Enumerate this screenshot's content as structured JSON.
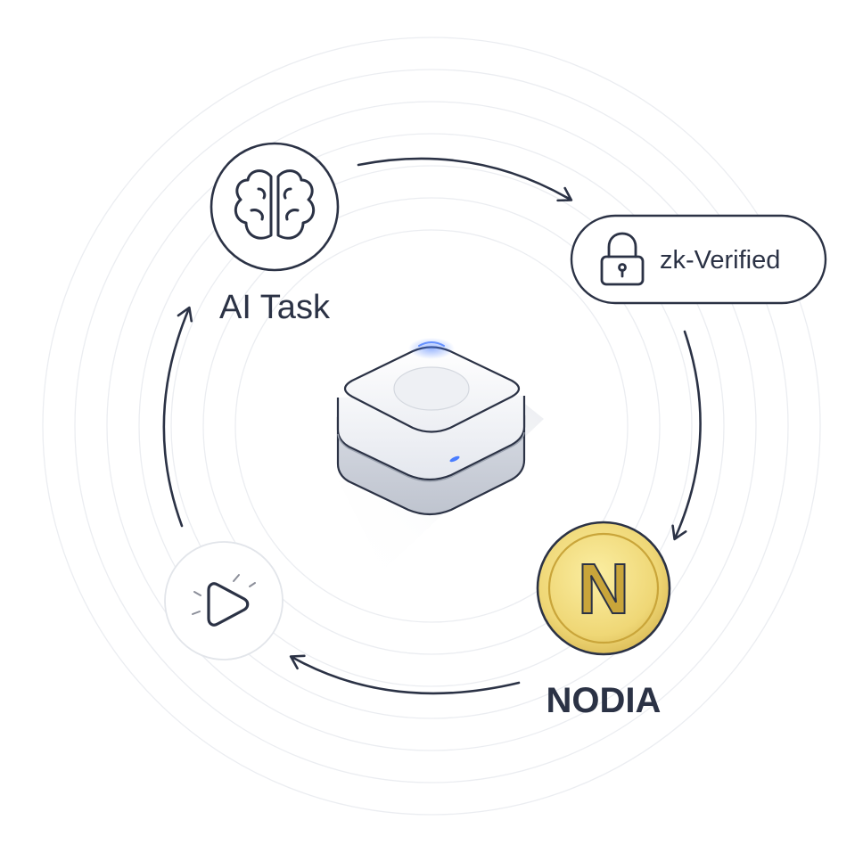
{
  "cycle": {
    "ai_task": {
      "label": "AI Task",
      "icon": "brain-icon"
    },
    "verified": {
      "label": "zk-Verified",
      "icon": "lock-icon"
    },
    "reward": {
      "label": "NODIA",
      "coin_letter": "N",
      "icon": "coin-icon"
    },
    "execute": {
      "icon": "play-icon"
    },
    "device": {
      "icon": "node-device-icon"
    }
  },
  "colors": {
    "ink": "#2b3245",
    "ring": "#e9ebef",
    "coin_gold": "#ecd272",
    "coin_edge": "#c9a53a",
    "device_glow": "#4a7dff"
  }
}
